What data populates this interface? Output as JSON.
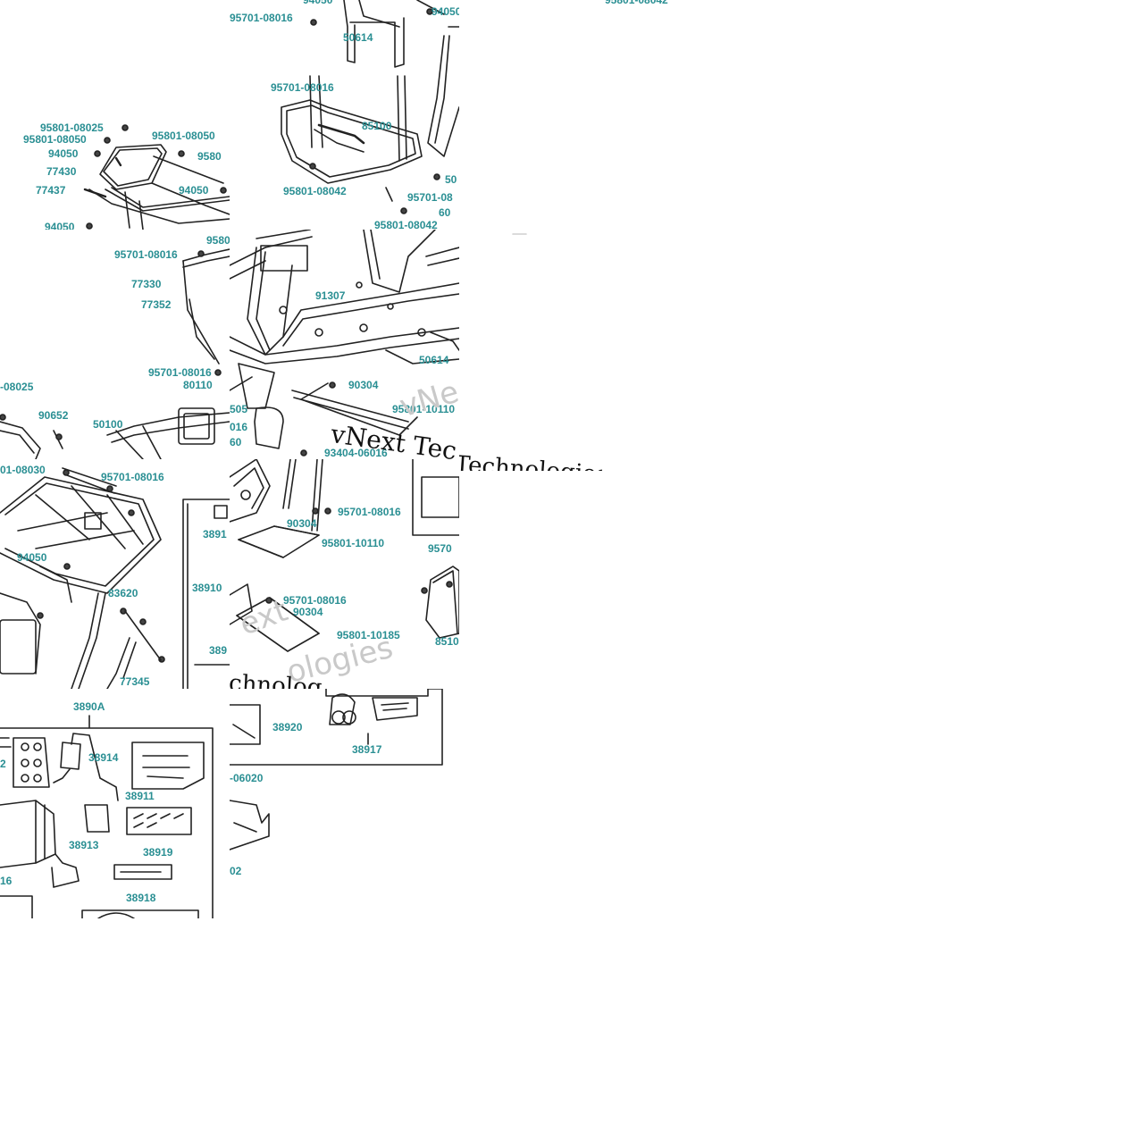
{
  "colors": {
    "label": "#2a8f93",
    "line": "#222222",
    "watermark_dark": "#111111",
    "watermark_light": "#c9c9c9",
    "background": "#ffffff"
  },
  "tiles": [
    {
      "id": "t01",
      "labels": [
        {
          "text": "95801-08025"
        },
        {
          "text": "95801-08050"
        },
        {
          "text": "94050"
        },
        {
          "text": "77430"
        },
        {
          "text": "77437"
        },
        {
          "text": "95801-08050"
        },
        {
          "text": "9580"
        },
        {
          "text": "94050"
        },
        {
          "text": "94050"
        }
      ]
    },
    {
      "id": "t02",
      "labels": [
        {
          "text": "94050"
        },
        {
          "text": "95701-08016"
        },
        {
          "text": "50614"
        },
        {
          "text": "94050"
        },
        {
          "text": "95701-08016"
        },
        {
          "text": "85100"
        },
        {
          "text": "95801-08042"
        },
        {
          "text": "95701-08"
        },
        {
          "text": "50"
        },
        {
          "text": "60"
        },
        {
          "text": "95801-08042"
        }
      ]
    },
    {
      "id": "t03",
      "labels": [
        {
          "text": "95801-08042"
        }
      ]
    },
    {
      "id": "t11",
      "labels": [
        {
          "text": "95701-08016"
        },
        {
          "text": "9580"
        },
        {
          "text": "77330"
        },
        {
          "text": "77352"
        },
        {
          "text": "95701-08016"
        },
        {
          "text": "80110"
        },
        {
          "text": "-08025"
        },
        {
          "text": "90652"
        },
        {
          "text": "50100"
        }
      ]
    },
    {
      "id": "t12",
      "labels": [
        {
          "text": "91307"
        },
        {
          "text": "50614"
        },
        {
          "text": "90304"
        },
        {
          "text": "95801-10110"
        },
        {
          "text": "505"
        },
        {
          "text": "016"
        },
        {
          "text": "60"
        },
        {
          "text": "93404-06016"
        }
      ],
      "watermarks": [
        {
          "text": "vNext Tec",
          "style": "dark"
        },
        {
          "text": "vNe",
          "style": "light"
        }
      ]
    },
    {
      "id": "t13",
      "watermarks": [
        {
          "text": "Technologies",
          "style": "dark"
        }
      ]
    },
    {
      "id": "t21",
      "labels": [
        {
          "text": "01-08030"
        },
        {
          "text": "95701-08016"
        },
        {
          "text": "94050"
        },
        {
          "text": "83620"
        },
        {
          "text": "77345"
        },
        {
          "text": "3891"
        },
        {
          "text": "38910"
        },
        {
          "text": "389"
        }
      ]
    },
    {
      "id": "t22",
      "labels": [
        {
          "text": "95701-08016"
        },
        {
          "text": "90304"
        },
        {
          "text": "95801-10110"
        },
        {
          "text": "95701-08016"
        },
        {
          "text": "90304"
        },
        {
          "text": "95801-10185"
        },
        {
          "text": "9570"
        },
        {
          "text": "8510"
        }
      ],
      "watermarks": [
        {
          "text": "ext",
          "style": "light"
        },
        {
          "text": "ologies",
          "style": "light"
        },
        {
          "text": "chnolog",
          "style": "dark"
        }
      ]
    },
    {
      "id": "t31",
      "labels": [
        {
          "text": "3890A"
        },
        {
          "text": "2"
        },
        {
          "text": "38914"
        },
        {
          "text": "38911"
        },
        {
          "text": "38913"
        },
        {
          "text": "38919"
        },
        {
          "text": "38918"
        },
        {
          "text": "16"
        }
      ]
    },
    {
      "id": "t32",
      "labels": [
        {
          "text": "38920"
        },
        {
          "text": "38917"
        },
        {
          "text": "-06020"
        },
        {
          "text": "02"
        }
      ]
    }
  ]
}
